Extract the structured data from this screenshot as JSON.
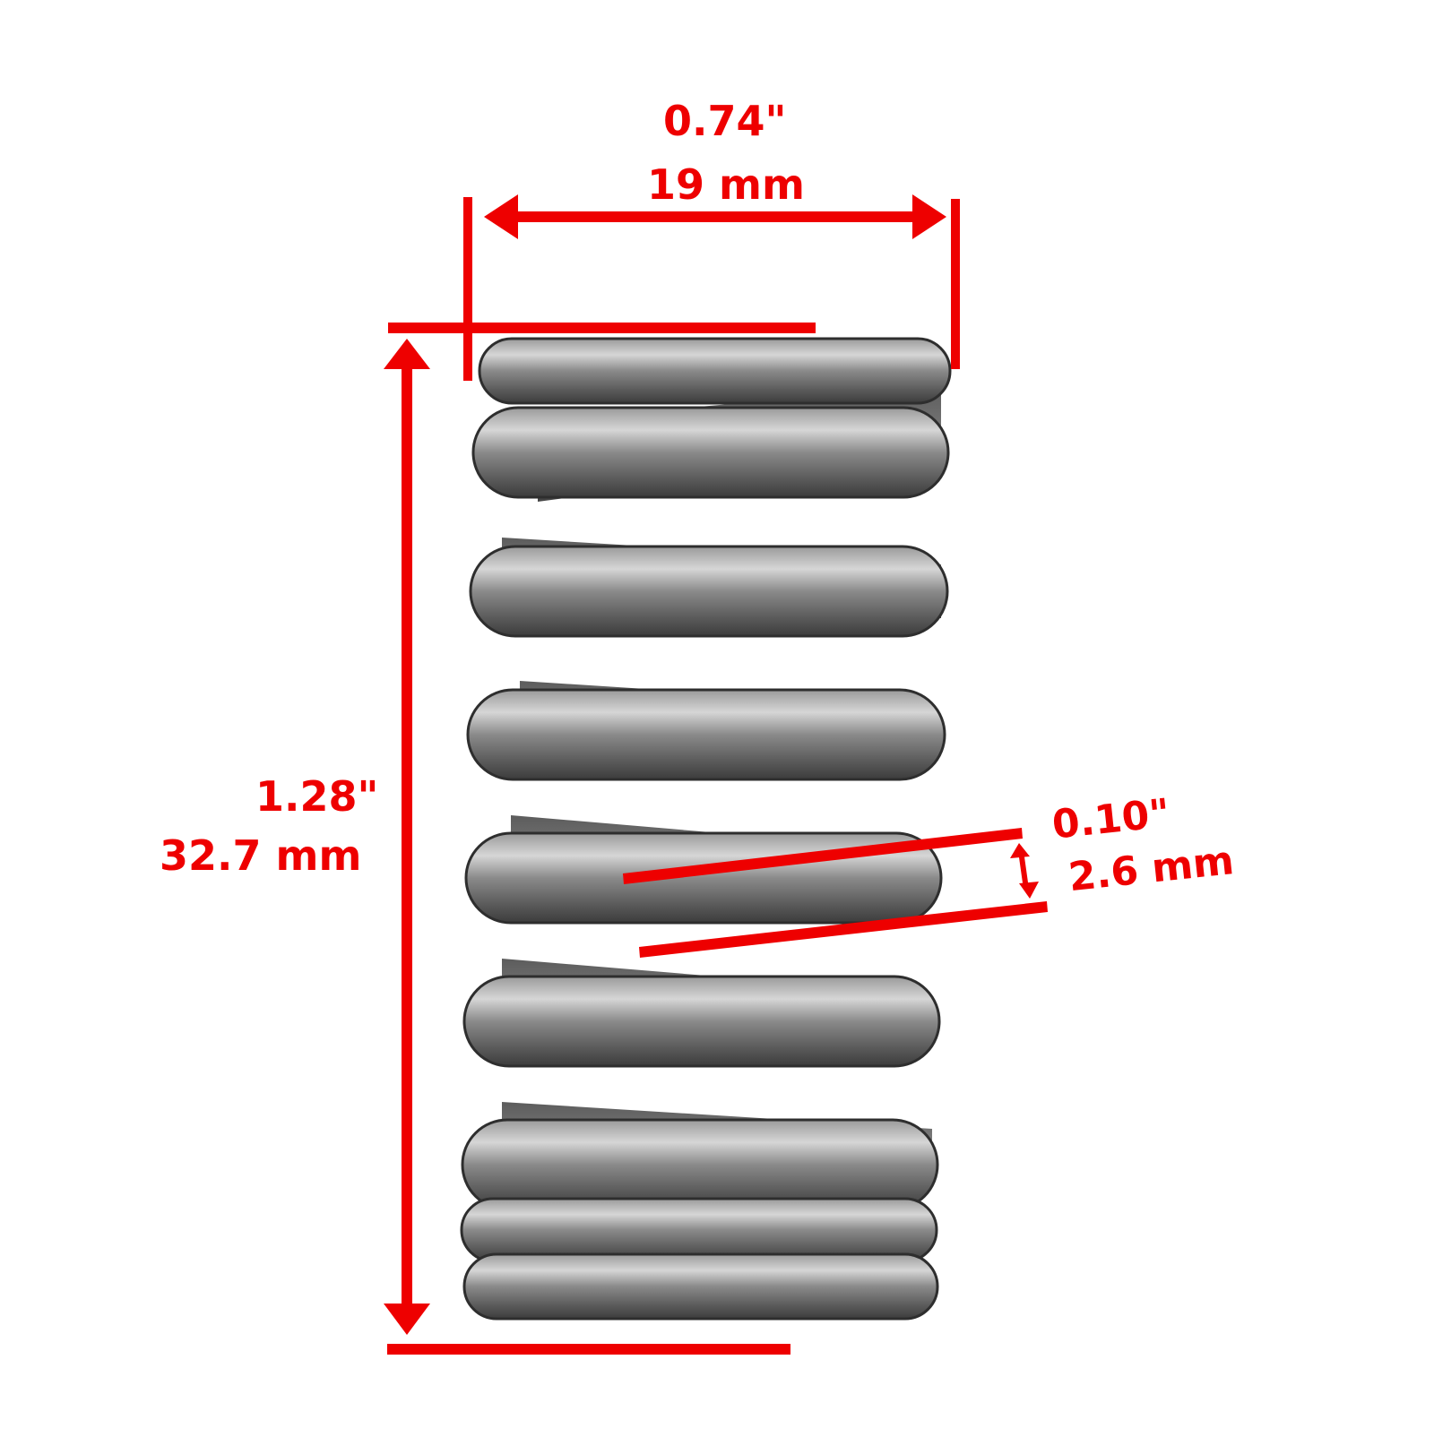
{
  "figure": {
    "subject": "coil compression spring",
    "accent_color": "#ee0000",
    "coil_count_visible": 9
  },
  "dimensions": {
    "outer_diameter": {
      "inches": "0.74\"",
      "mm": "19 mm"
    },
    "free_length": {
      "inches": "1.28\"",
      "mm": "32.7 mm"
    },
    "wire_thickness": {
      "inches": "0.10\"",
      "mm": "2.6 mm"
    }
  }
}
